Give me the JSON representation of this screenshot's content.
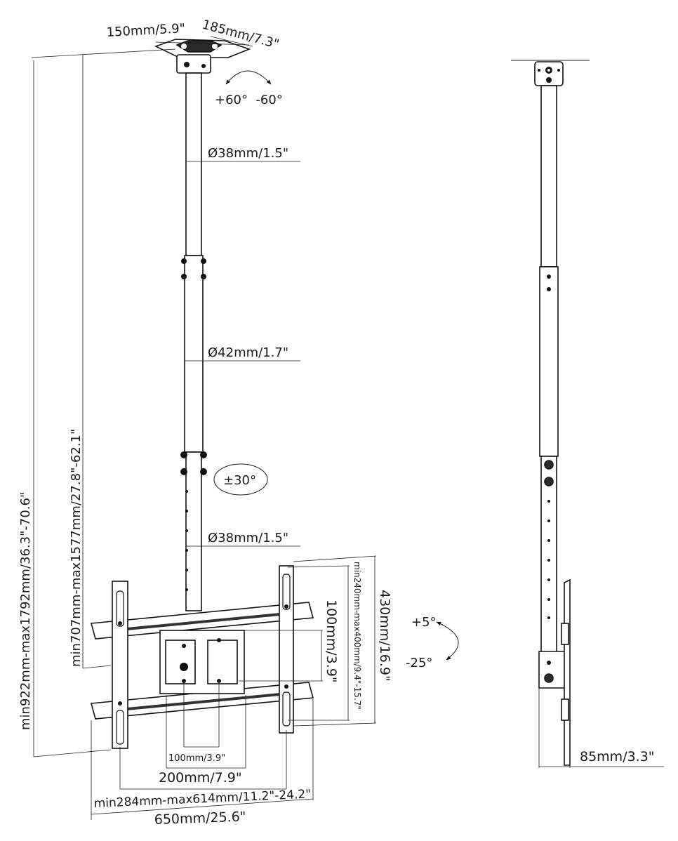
{
  "labels": {
    "ceiling_plate_width": "150mm/5.9\"",
    "ceiling_plate_depth": "185mm/7.3\"",
    "tilt_top": "+60°  -60°",
    "upper_tube_diameter": "Ø38mm/1.5\"",
    "middle_tube_diameter": "Ø42mm/1.7\"",
    "swivel": "±30°",
    "lower_tube_diameter": "Ø38mm/1.5\"",
    "total_height": "min922mm-max1792mm/36.3\"-70.6\"",
    "pole_height": "min707mm-max1577mm/27.8\"-62.1\"",
    "bracket_height": "430mm/16.9\"",
    "arm_vertical_range": "min240mm-max400mm/9.4\"-15.7\"",
    "vesa_100_vertical": "100mm/3.9\"",
    "vesa_100_horizontal": "100mm/3.9\"",
    "vesa_200_horizontal": "200mm/7.9\"",
    "arm_horizontal_range": "min284mm-max614mm/11.2\"-24.2\"",
    "rail_width": "650mm/25.6\"",
    "tilt_up": "+5°",
    "tilt_down": "-25°",
    "wall_distance": "85mm/3.3\""
  }
}
